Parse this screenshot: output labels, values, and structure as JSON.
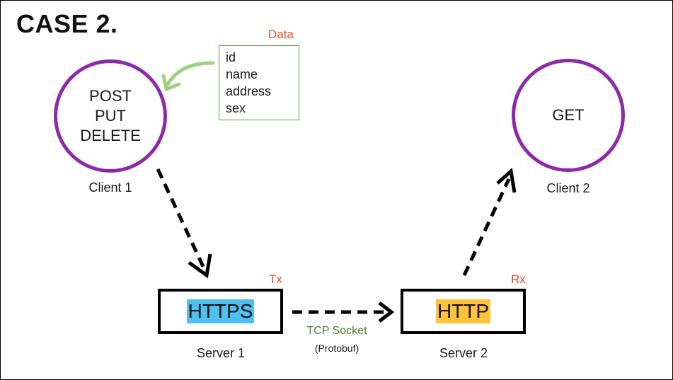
{
  "title": "CASE 2.",
  "client1": {
    "methods": [
      "POST",
      "PUT",
      "DELETE"
    ],
    "label": "Client 1"
  },
  "client2": {
    "method": "GET",
    "label": "Client 2"
  },
  "data": {
    "title": "Data",
    "fields": [
      "id",
      "name",
      "address",
      "sex"
    ]
  },
  "server1": {
    "protocol": "HTTPS",
    "label": "Server 1",
    "tag": "Tx"
  },
  "server2": {
    "protocol": "HTTP",
    "label": "Server 2",
    "tag": "Rx"
  },
  "link": {
    "label": "TCP Socket",
    "sublabel": "(Protobuf)"
  },
  "colors": {
    "circle": "#8e2aa8",
    "data_border": "#5a9a45",
    "data_arrow": "#9fd17f",
    "tag_text": "#e0522b",
    "https_highlight": "#4fc1f0",
    "http_highlight": "#ffc33b",
    "tcp_text": "#4e7a32"
  }
}
